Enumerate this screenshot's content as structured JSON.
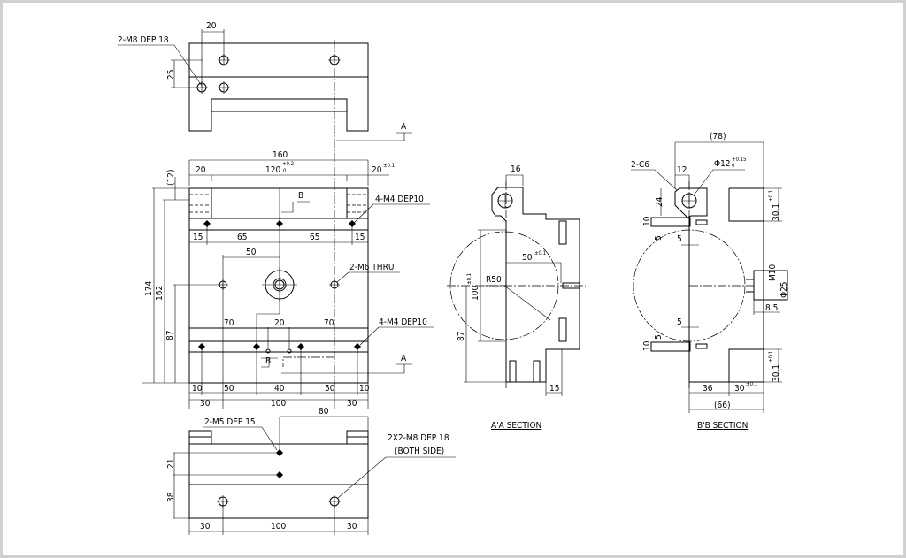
{
  "top_view": {
    "dim_20": "20",
    "dim_25": "25",
    "note_m8": "2-M8 DEP 18",
    "section_a": "A"
  },
  "front_view": {
    "dim_160": "160",
    "dim_120": "120",
    "tol_120_upper": "+0.2",
    "tol_120_lower": "0",
    "dim_20_left": "20",
    "dim_20_right": "20",
    "tol_20_right": "±0.1",
    "dim_12": "(12)",
    "dim_174": "174",
    "dim_162": "162",
    "dim_87": "87",
    "note_m4_top": "4-M4 DEP10",
    "section_b": "B",
    "row_dims_top": [
      "15",
      "65",
      "65",
      "15"
    ],
    "dim_50": "50",
    "note_m6": "2-M6 THRU",
    "row_dims_mid": [
      "70",
      "20",
      "70"
    ],
    "note_m4_bottom": "4-M4 DEP10",
    "section_b2": "B",
    "section_a2": "A",
    "row_dims_bottom1": [
      "10",
      "50",
      "40",
      "50",
      "10"
    ],
    "row_dims_bottom2": [
      "30",
      "100",
      "30"
    ],
    "dim_80": "80"
  },
  "bottom_view": {
    "note_m5": "2-M5 DEP 15",
    "note_m8_line1": "2X2-M8 DEP 18",
    "note_m8_line2": "(BOTH SIDE)",
    "dim_21": "21",
    "dim_38": "38",
    "row_dims": [
      "30",
      "100",
      "30"
    ]
  },
  "section_aa": {
    "title": "A'A SECTION",
    "dim_16": "16",
    "dim_50": "50",
    "tol_50": "±0.1",
    "dim_r50": "R50",
    "dim_100": "100",
    "tol_100": "±0.1",
    "dim_87": "87",
    "dim_15": "15"
  },
  "section_bb": {
    "title": "B'B SECTION",
    "dim_78": "(78)",
    "note_c6": "2-C6",
    "dim_12": "12",
    "dim_d12": "Φ12",
    "tol_d12_upper": "+0.15",
    "tol_d12_lower": "0",
    "dim_24": "24",
    "dim_10_top": "10",
    "dim_5_top_a": "5",
    "dim_5_top_b": "5",
    "dim_5_bot_a": "5",
    "dim_5_bot_b": "5",
    "dim_10_bot": "10",
    "dim_30_1_top": "30.1",
    "tol_30_1_top": "±0.1",
    "dim_m10": "M10",
    "dim_d25": "Φ25",
    "dim_8_5": "8.5",
    "dim_30_1_bot": "30.1",
    "tol_30_1_bot": "±0.1",
    "dim_36": "36",
    "dim_30": "30",
    "tol_30": "±0.1",
    "dim_66": "(66)"
  }
}
